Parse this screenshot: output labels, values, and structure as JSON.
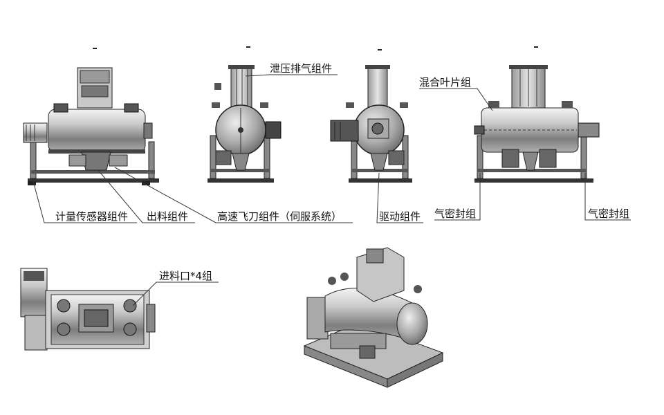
{
  "labels": {
    "vent": "泄压排气组件",
    "blade": "混合叶片组",
    "sensor": "计量传感器组件",
    "discharge": "出料组件",
    "chopper": "高速飞刀组件（伺服系统）",
    "drive": "驱动组件",
    "seal1": "气密封组",
    "seal2": "气密封组",
    "inlet": "进料口*4组"
  }
}
